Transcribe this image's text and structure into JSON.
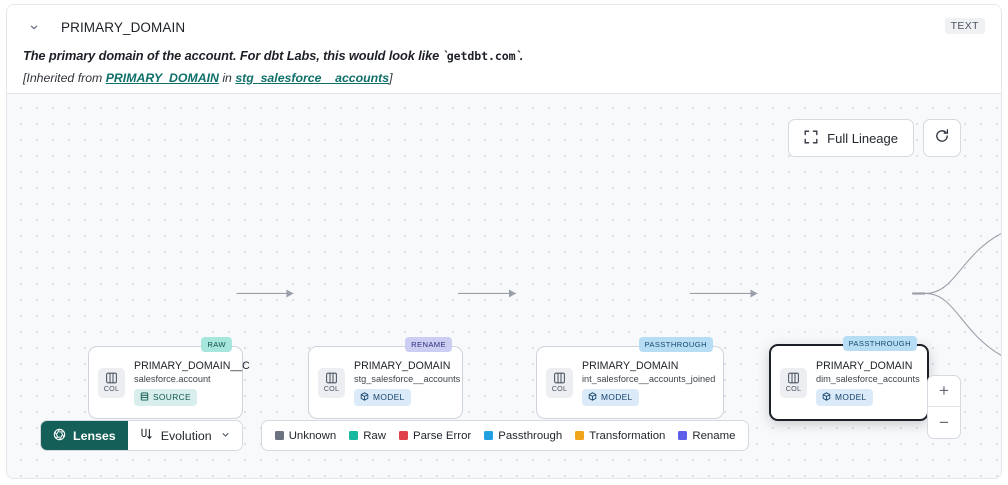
{
  "header": {
    "chevron_icon": "chevron-down-icon",
    "title": "PRIMARY_DOMAIN",
    "type_badge": "TEXT",
    "description_pre": "The primary domain of the account. For dbt Labs, this would look like `",
    "description_code": "getdbt.com",
    "description_post": "`.",
    "inherited_prefix": "[Inherited from ",
    "inherited_column": "PRIMARY_DOMAIN",
    "inherited_mid": " in ",
    "inherited_model": "stg_salesforce__accounts",
    "inherited_suffix": "]"
  },
  "canvas": {
    "full_lineage_label": "Full Lineage",
    "full_lineage_icon": "expand-icon",
    "refresh_icon": "refresh-icon",
    "zoom_in_label": "+",
    "zoom_out_label": "−",
    "nodes": [
      {
        "column": "PRIMARY_DOMAIN__C",
        "table": "salesforce.account",
        "kind_badge": "SOURCE",
        "kind_icon": "database-icon",
        "tag": "RAW",
        "tag_color": "#a6e6dc",
        "chip_label": "COL",
        "chip_icon": "column-icon",
        "selected": false
      },
      {
        "column": "PRIMARY_DOMAIN",
        "table": "stg_salesforce__accounts",
        "kind_badge": "MODEL",
        "kind_icon": "cube-icon",
        "tag": "RENAME",
        "tag_color": "#cbcdf2",
        "chip_label": "COL",
        "chip_icon": "column-icon",
        "selected": false
      },
      {
        "column": "PRIMARY_DOMAIN",
        "table": "int_salesforce__accounts_joined",
        "kind_badge": "MODEL",
        "kind_icon": "cube-icon",
        "tag": "PASSTHROUGH",
        "tag_color": "#b7ddf5",
        "chip_label": "COL",
        "chip_icon": "column-icon",
        "selected": false
      },
      {
        "column": "PRIMARY_DOMAIN",
        "table": "dim_salesforce_accounts",
        "kind_badge": "MODEL",
        "kind_icon": "cube-icon",
        "tag": "PASSTHROUGH",
        "tag_color": "#b7ddf5",
        "chip_label": "COL",
        "chip_icon": "column-icon",
        "selected": true
      }
    ]
  },
  "toolbar": {
    "lenses_label": "Lenses",
    "lenses_icon": "aperture-icon",
    "evolution_label": "Evolution",
    "evolution_icon": "evolution-icon",
    "evolution_caret_icon": "chevron-down-icon",
    "legend": [
      {
        "label": "Unknown",
        "color": "#6b7280"
      },
      {
        "label": "Raw",
        "color": "#16b8a0"
      },
      {
        "label": "Parse Error",
        "color": "#e0414a"
      },
      {
        "label": "Passthrough",
        "color": "#20a0e0"
      },
      {
        "label": "Transformation",
        "color": "#f0a41a"
      },
      {
        "label": "Rename",
        "color": "#5d5fe8"
      }
    ]
  }
}
